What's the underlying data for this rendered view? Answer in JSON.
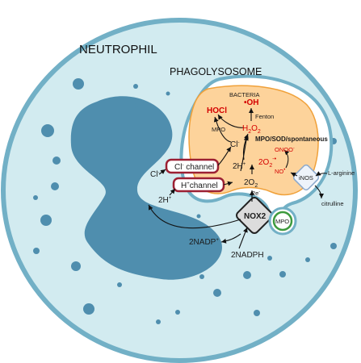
{
  "cell": {
    "title": "NEUTROPHIL",
    "compartment_title": "PHAGOLYSOSOME",
    "bacteria_label": "BACTERIA"
  },
  "channels": {
    "cl_channel": {
      "name": "Cl",
      "sup": "-",
      "suffix": " channel"
    },
    "h_channel": {
      "name": "H",
      "sup": "+",
      "suffix": "channel"
    }
  },
  "species": {
    "hocl": "HOCl",
    "oh_radical": "•OH",
    "h2o2": {
      "base": "H",
      "sub1": "2",
      "mid": "O",
      "sub2": "2"
    },
    "cl_inside": {
      "base": "Cl",
      "sup": "-"
    },
    "cl_outside": {
      "base": "Cl",
      "sup": "-"
    },
    "h_inside": {
      "base": "2H",
      "sup": "+"
    },
    "h_outside": {
      "base": "2H",
      "sup": "+"
    },
    "superoxide": {
      "base": "2O",
      "sub": "2",
      "sup": "-•"
    },
    "oxygen": {
      "base": "2O",
      "sub": "2"
    },
    "electrons": {
      "base": "2e",
      "sup": "-"
    },
    "peroxynitrite": {
      "base": "ONOO",
      "sup": "-"
    },
    "nitric_oxide": {
      "base": "NO",
      "sup": "•"
    },
    "nadp": {
      "base": "2NADP",
      "sup": "+"
    },
    "nadph": "2NADPH"
  },
  "reactions": {
    "mpo": "MPO",
    "fenton": "Fenton",
    "dismutation": "MPO/SOD/spontaneous"
  },
  "enzymes": {
    "nox2": "NOX2",
    "mpo_granule": "MPO",
    "inos": "iNOS",
    "l_arginine": "L-arginine",
    "citrulline": "citrulline"
  },
  "colors": {
    "cell_fill": "#d2ebf0",
    "cell_border": "#72b0c6",
    "nucleus": "#4f8eae",
    "vesicle": "#4f8eae",
    "phagolysosome_fill": "#ffffff",
    "phagolysosome_border": "#72b0c6",
    "bacteria_fill": "#fdd39b",
    "bacteria_border": "#f0a13a",
    "channel_border": "#9c2033",
    "nox2_fill": "#dcdcdc",
    "mpo_ring": "#3d9a3d",
    "ros_text": "#d40000"
  }
}
